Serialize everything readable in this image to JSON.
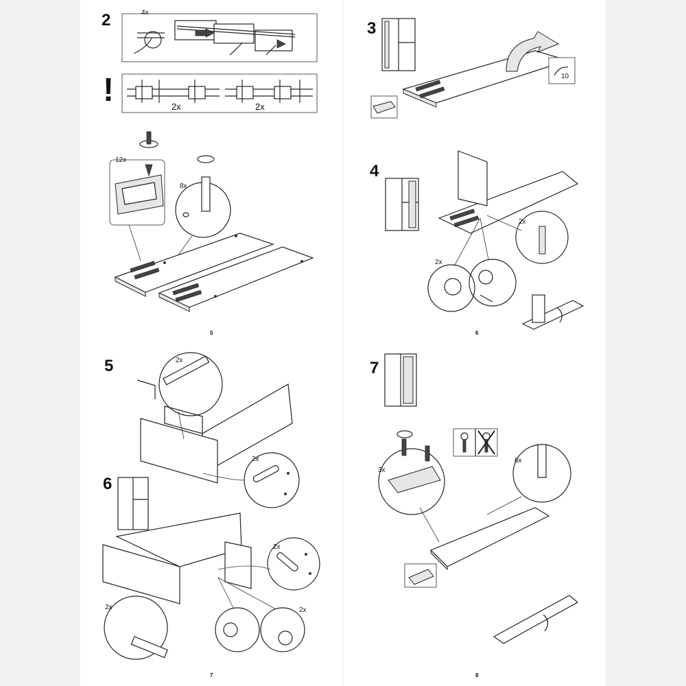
{
  "manual": {
    "steps": [
      "2",
      "3",
      "4",
      "5",
      "6",
      "7"
    ],
    "page_numbers": [
      "5",
      "6",
      "7",
      "8"
    ],
    "warning_symbol": "!",
    "quantities": {
      "s2_hinge_rails": "4x",
      "s2_rail_left": "2x",
      "s2_rail_right": "2x",
      "s2_screws": "12x",
      "s2_dowels": "8x",
      "s4_dowels": "2x",
      "s4_cam_left": "2x",
      "s5_cam_bolt": "2x",
      "s5_dowels": "2x",
      "s6_dowels": "2x",
      "s6_cam_bolt": "2x",
      "s6_cam_lock": "2x",
      "s7_screws": "3x",
      "s7_dowels": "6x"
    },
    "reference_page": "10"
  }
}
